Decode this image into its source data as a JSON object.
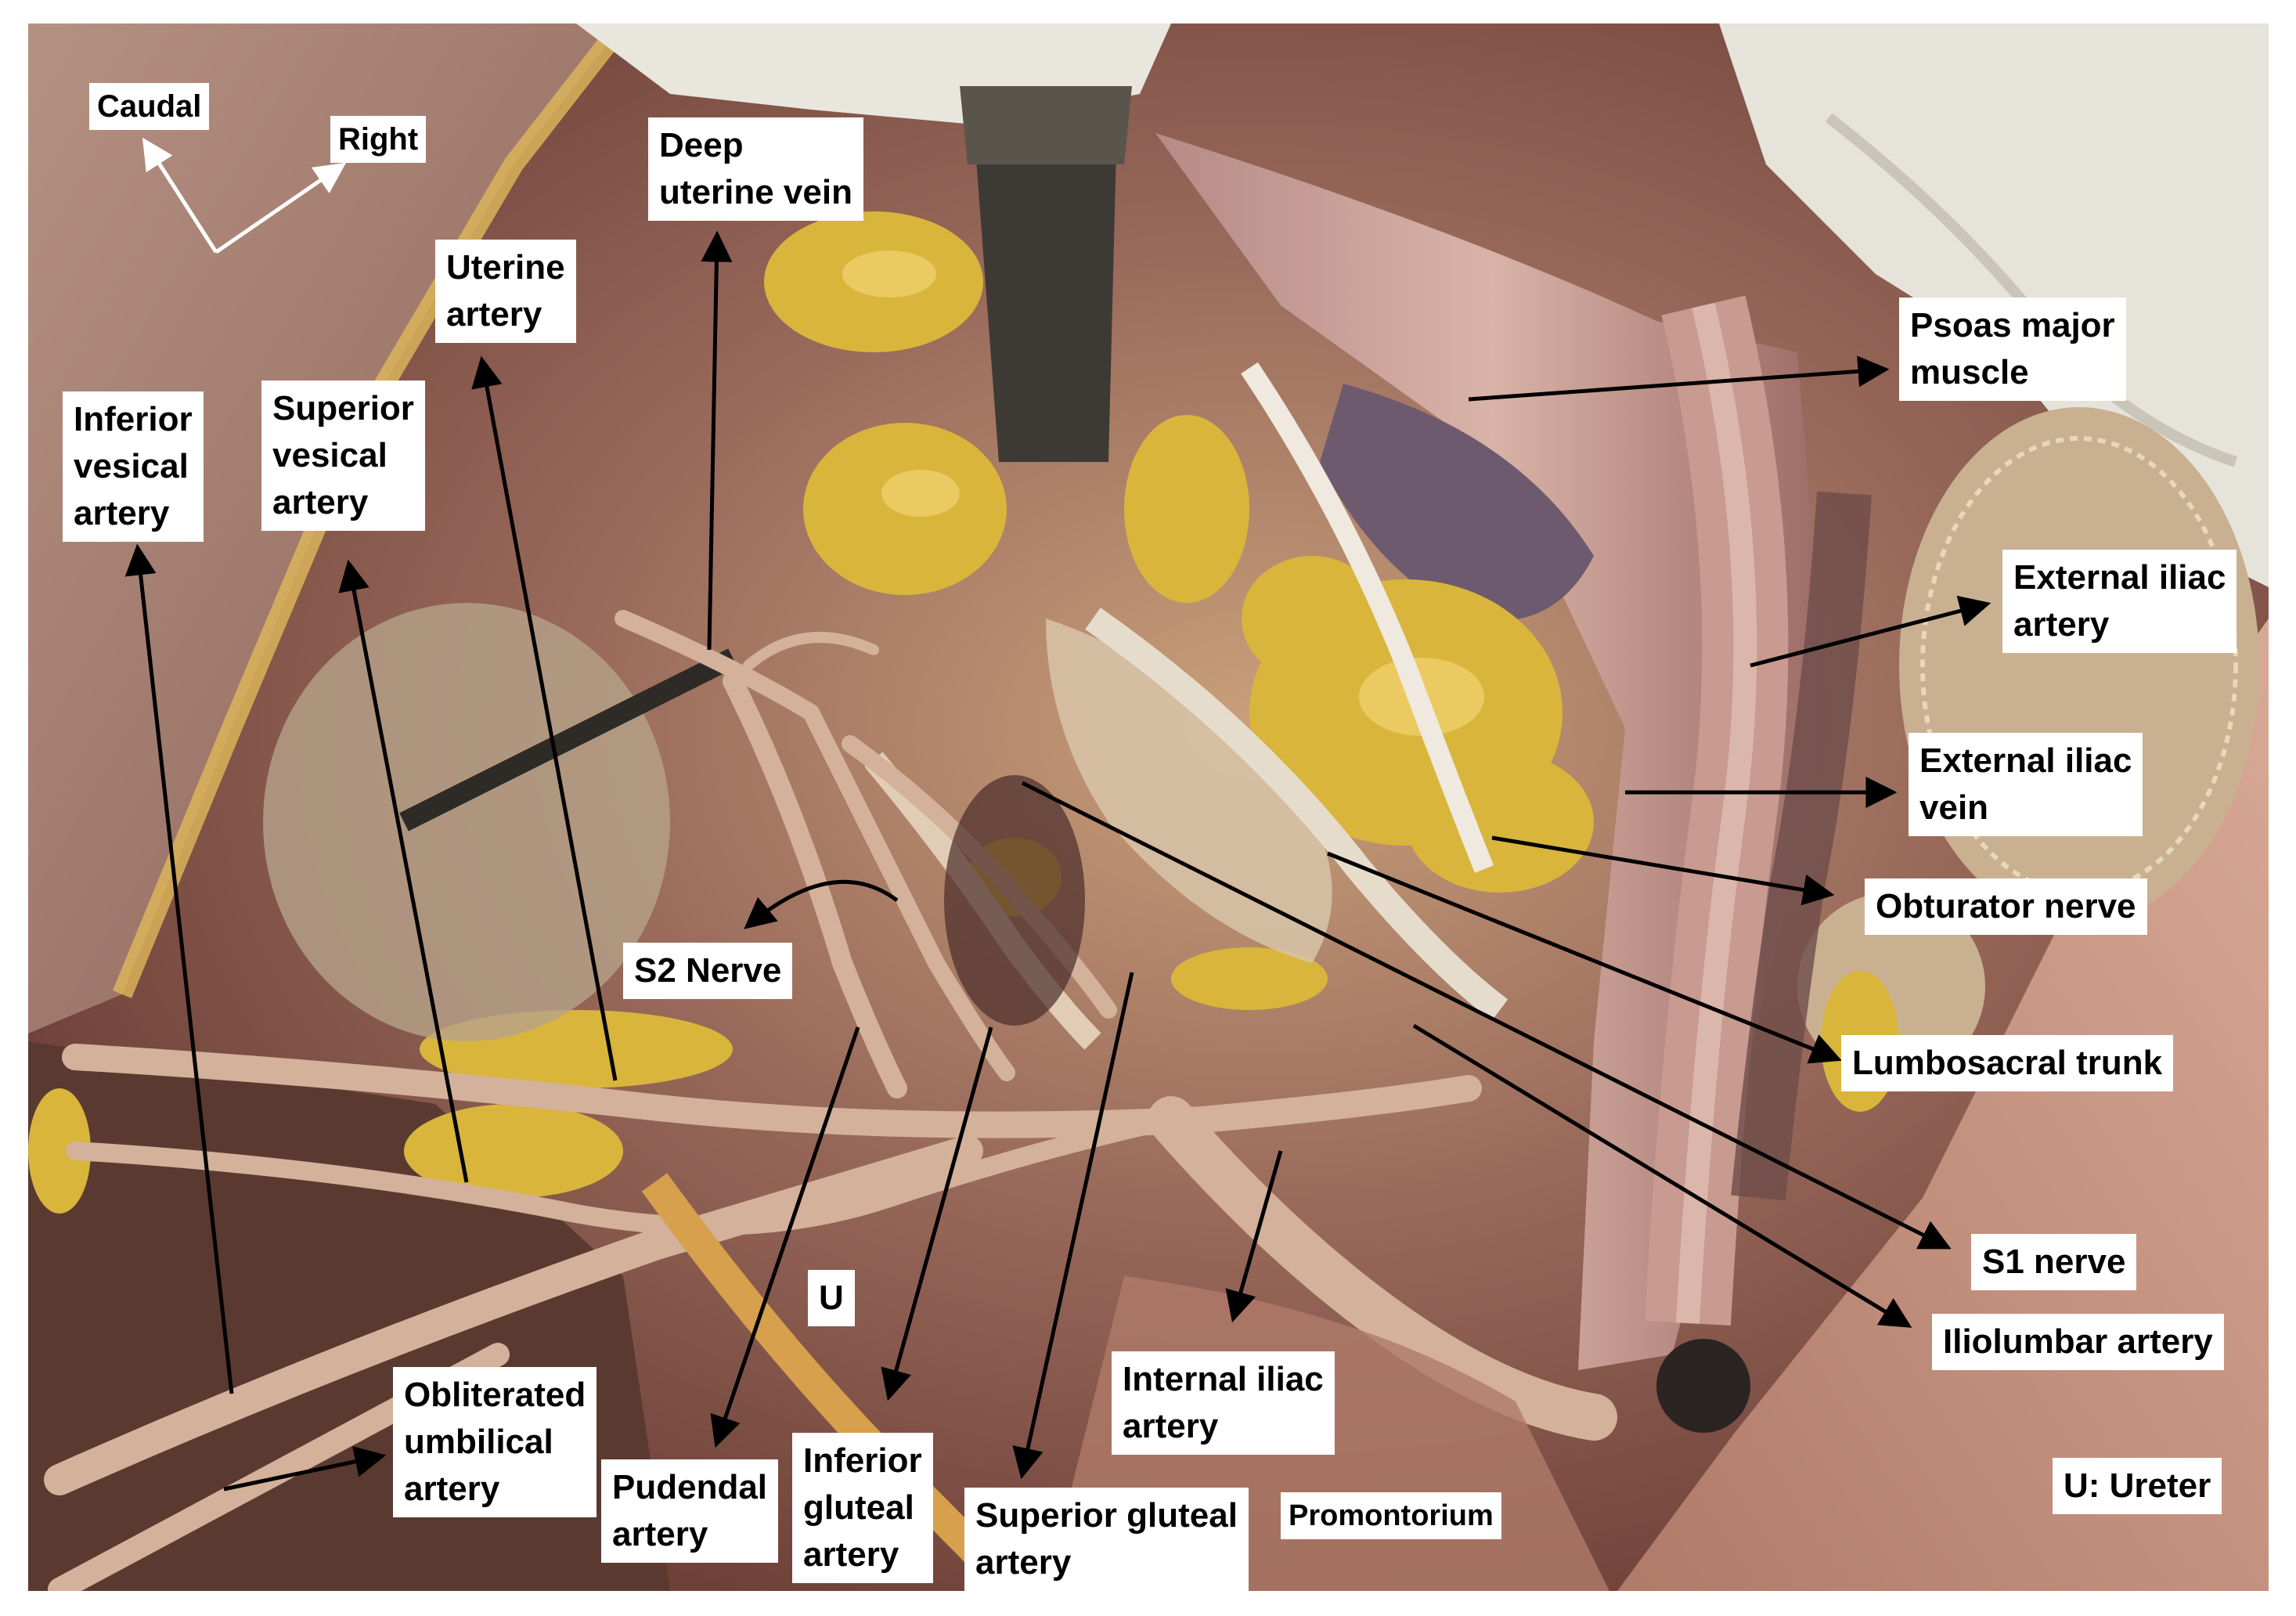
{
  "figure": {
    "labels": {
      "caudal": "Caudal",
      "right": "Right",
      "deep_uterine_vein": "Deep\nuterine vein",
      "uterine_artery": "Uterine\nartery",
      "inferior_vesical_artery": "Inferior\nvesical\nartery",
      "superior_vesical_artery": "Superior\nvesical\nartery",
      "psoas_major_muscle": "Psoas major\nmuscle",
      "external_iliac_artery": "External iliac\nartery",
      "external_iliac_vein": "External iliac\nvein",
      "obturator_nerve": "Obturator nerve",
      "lumbosacral_trunk": "Lumbosacral trunk",
      "s2_nerve": "S2 Nerve",
      "s1_nerve": "S1 nerve",
      "iliolumbar_artery": "Iliolumbar artery",
      "ureter_marker": "U",
      "internal_iliac_artery": "Internal iliac\nartery",
      "obliterated_umbilical_artery": "Obliterated\numbilical\nartery",
      "pudendal_artery": "Pudendal\nartery",
      "inferior_gluteal_artery": "Inferior\ngluteal\nartery",
      "superior_gluteal_artery": "Superior gluteal\nartery",
      "promontorium": "Promontorium",
      "legend_ureter": "U: Ureter"
    },
    "colors": {
      "tissue_base": "#8a5a4e",
      "fat": "#d8b43a",
      "vessel": "#d9b9a3",
      "nerve": "#efe9df",
      "glove": "#e8e6de",
      "instrument": "#3d3a35",
      "arrow": "#000000"
    }
  }
}
